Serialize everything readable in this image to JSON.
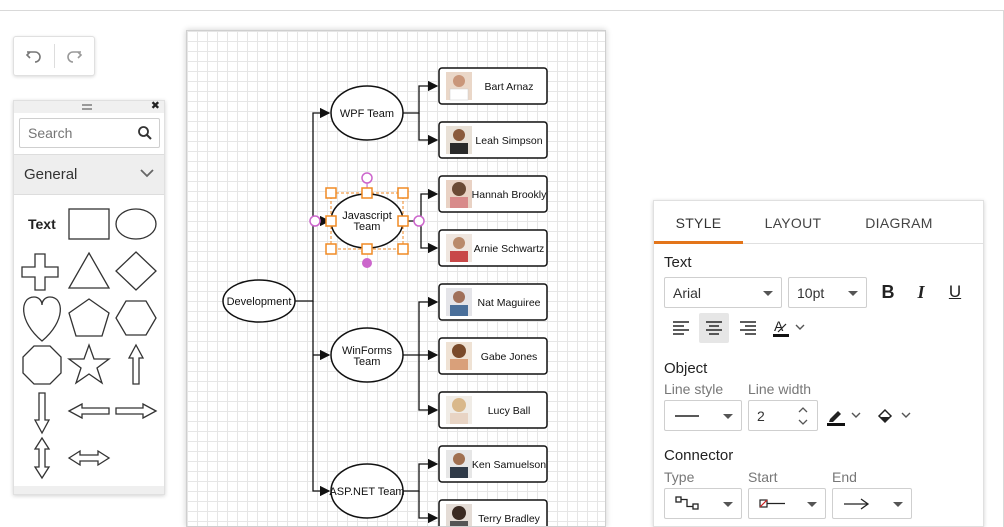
{
  "palette": {
    "search_placeholder": "Search",
    "section_title": "General",
    "text_shape_label": "Text"
  },
  "diagram": {
    "root": "Development",
    "teams": [
      {
        "line1": "WPF Team",
        "line2": ""
      },
      {
        "line1": "Javascript",
        "line2": "Team"
      },
      {
        "line1": "WinForms",
        "line2": "Team"
      },
      {
        "line1": "ASP.NET Team",
        "line2": ""
      }
    ],
    "members": [
      "Bart Arnaz",
      "Leah Simpson",
      "Hannah Brookly",
      "Arnie Schwartz",
      "Nat Maguiree",
      "Gabe Jones",
      "Lucy Ball",
      "Ken Samuelson",
      "Terry Bradley"
    ]
  },
  "properties": {
    "tabs": [
      "STYLE",
      "LAYOUT",
      "DIAGRAM"
    ],
    "text_section": "Text",
    "font_family": "Arial",
    "font_size": "10pt",
    "object_section": "Object",
    "line_style_label": "Line style",
    "line_width_label": "Line width",
    "line_width_value": "2",
    "connector_section": "Connector",
    "type_label": "Type",
    "start_label": "Start",
    "end_label": "End"
  },
  "colors": {
    "accent": "#e3751a",
    "selection_handle": "#f08a24",
    "rotate_handle": "#cc66cc"
  }
}
